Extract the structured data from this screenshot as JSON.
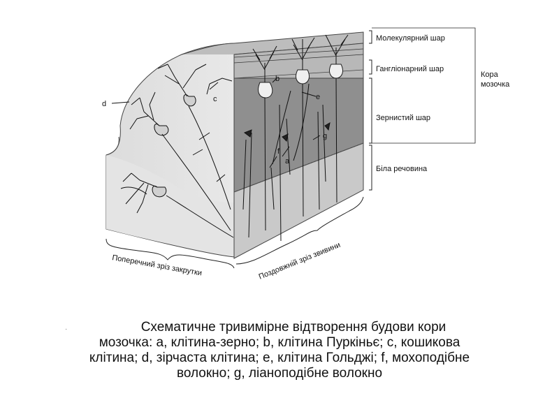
{
  "layers": {
    "molecular": "Молекулярний шар",
    "ganglion": "Гангліонарний шар",
    "granular": "Зернистий шар",
    "white": "Біла речовина"
  },
  "cortex": [
    "Кора",
    "мозочка"
  ],
  "sections": {
    "transverse": "Поперечний зріз закрутки",
    "longitudinal": "Поздовжній зріз звивини"
  },
  "letters": {
    "a": "a",
    "b": "b",
    "c": "c",
    "d": "d",
    "e": "e",
    "f": "f",
    "g": "g"
  },
  "caption": {
    "line1": "Схематичне тривимірне відтворення будови кори",
    "line2": "мозочка: a, клітина-зерно; b, клітина Пуркіньє; c, кошикова",
    "line3": "клітина; d, зірчаста клітина; e, клітина Гольджі; f, мохоподібне",
    "line4": "волокно; g, ліаноподібне волокно"
  }
}
